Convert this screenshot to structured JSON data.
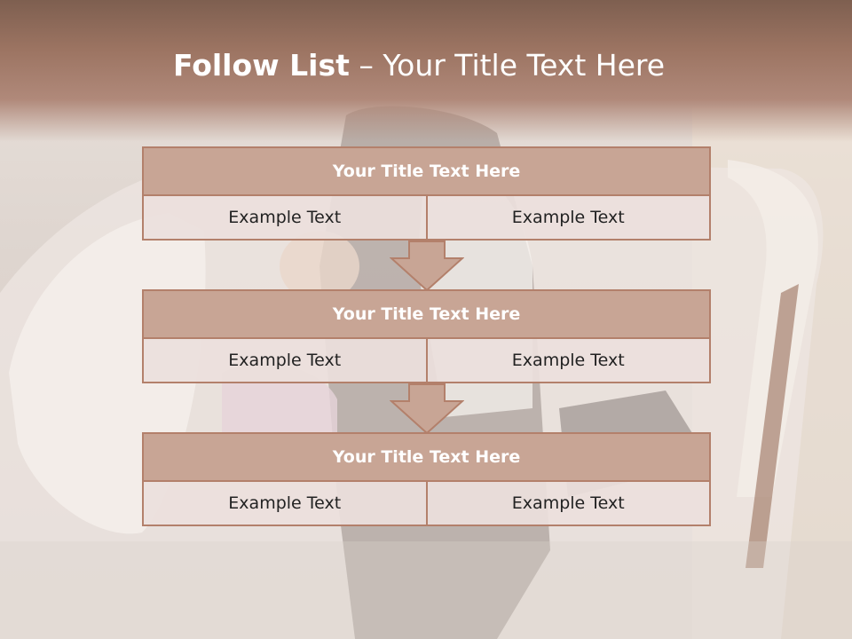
{
  "slide": {
    "title_bold": "Follow List",
    "title_rest": " – Your Title Text Here"
  },
  "blocks": [
    {
      "title": "Your Title Text Here",
      "left": "Example Text",
      "right": "Example Text"
    },
    {
      "title": "Your Title Text Here",
      "left": "Example Text",
      "right": "Example Text"
    },
    {
      "title": "Your Title Text Here",
      "left": "Example Text",
      "right": "Example Text"
    }
  ],
  "colors": {
    "header": "#9c7462",
    "block_title_bg": "#c8a595",
    "border": "#b3806b",
    "cell_bg": "#ece0dc"
  }
}
